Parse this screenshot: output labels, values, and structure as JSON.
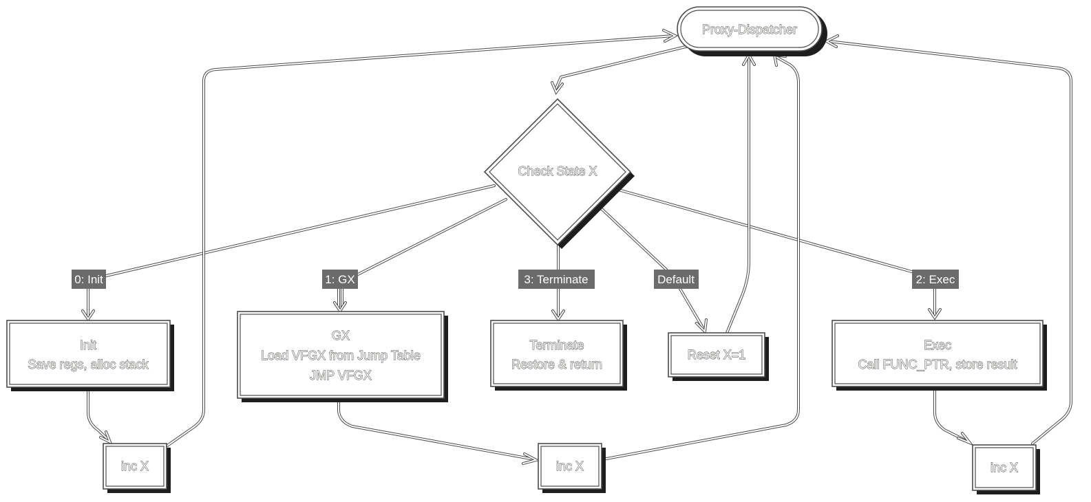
{
  "diagram": {
    "start": {
      "label": "Proxy-Dispatcher"
    },
    "decision": {
      "label": "Check State X"
    },
    "branch_labels": {
      "init": "0: Init",
      "gx": "1: GX",
      "terminate": "3: Terminate",
      "default": "Default",
      "exec": "2: Exec"
    },
    "nodes": {
      "init": {
        "lines": [
          "Init",
          "Save regs, alloc stack"
        ]
      },
      "gx": {
        "lines": [
          "GX",
          "Load VFGX from Jump Table",
          "JMP VFGX"
        ]
      },
      "terminate": {
        "lines": [
          "Terminate",
          "Restore & return"
        ]
      },
      "reset": {
        "lines": [
          "Reset X=1"
        ]
      },
      "exec": {
        "lines": [
          "Exec",
          "Call FUNC_PTR, store result"
        ]
      },
      "inc_left": {
        "lines": [
          "inc X"
        ]
      },
      "inc_mid": {
        "lines": [
          "inc X"
        ]
      },
      "inc_right": {
        "lines": [
          "inc X"
        ]
      }
    }
  }
}
